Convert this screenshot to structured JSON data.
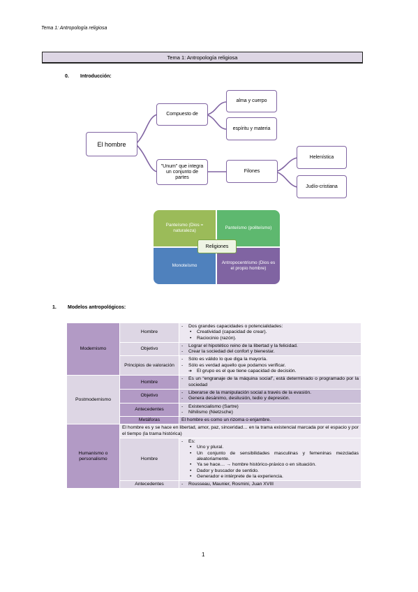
{
  "header": "Tema 1: Antropología religiosa",
  "title": "Tema 1: Antropología religiosa",
  "sections": [
    {
      "num": "0.",
      "label": "Introducción:"
    },
    {
      "num": "1.",
      "label": "Modelos antropológicos:"
    }
  ],
  "diagram": {
    "root": "El hombre",
    "compuesto": "Compuesto de",
    "alma": "alma y cuerpo",
    "espiritu": "espíritu y materia",
    "unum": "\"Unum\" que integra un conjunto de partes",
    "filones": "Filones",
    "helenistica": "Helenística",
    "judio": "Judío-cristiana"
  },
  "religiones": {
    "center": "Religiones",
    "q1": "Panteísmo (Dios = naturaleza)",
    "q2": "Panteísmo (politeísmo)",
    "q3": "Monoteísmo",
    "q4": "Antropocentrismo (Dios es el propio hombre)",
    "colors": {
      "q1": "#9bbb59",
      "q2": "#5eb86f",
      "q3": "#4f81bd",
      "q4": "#8064a2"
    }
  },
  "table": {
    "modernismo": {
      "label": "Modernismo",
      "hombre": {
        "label": "Hombre",
        "intro": "Dos grandes capacidades o potencialidades:",
        "bullets": [
          "Creatividad (capacidad de crear).",
          "Raciocinio (razón)."
        ]
      },
      "objetivo": {
        "label": "Objetivo",
        "items": [
          "Lograr el hipotético reino de la libertad y la felicidad.",
          "Crear la sociedad del confort y bienestar."
        ]
      },
      "principios": {
        "label": "Principios de valoración",
        "items": [
          "Sólo es válido lo que diga la mayoría.",
          "Sólo es verdad aquello que podamos verificar."
        ],
        "arrow": "El grupo es el que tiene capacidad de decisión."
      }
    },
    "postmodernismo": {
      "label": "Postmodernismo",
      "hombre": {
        "label": "Hombre",
        "items": [
          "Es un “engranaje de la máquina social”, está determinado o programado por la sociedad"
        ]
      },
      "objetivo": {
        "label": "Objetivo",
        "items": [
          "Liberarse de la manipulación social a través de la evasión.",
          "Genera desánimo, desilusión, tedio y depresión."
        ]
      },
      "antecedentes": {
        "label": "Antecedentes",
        "items": [
          "Existencialismo (Sartre)",
          "Nihilismo (Nietzsche)"
        ]
      },
      "metaforas": {
        "label": "Metáforas",
        "text": "El hombre es como un rizoma o enjambre."
      }
    },
    "humanismo": {
      "label": "Humanismo o personalismo",
      "intro": "El hombre es y se hace en libertad, amor, paz, sinceridad… en la trama existencial marcada por el espacio y por el tiempo (la trama histórica)",
      "hombre": {
        "label": "Hombre",
        "lead": "Es:",
        "bullets": [
          "Uno y plural.",
          "Un conjunto de sensibilidades masculinas y femeninas mezcladas aleatoriamente.",
          "Ya se hace… → hombre histórico-práxico o en situación.",
          "Dador y buscador de sentido.",
          "Generador e intérprete de la experiencia."
        ]
      },
      "antecedentes": {
        "label": "Antecedentes",
        "items": [
          "Rousseau, Maunier, Rosmini, Juan XVIII"
        ]
      }
    }
  },
  "page_number": "1"
}
